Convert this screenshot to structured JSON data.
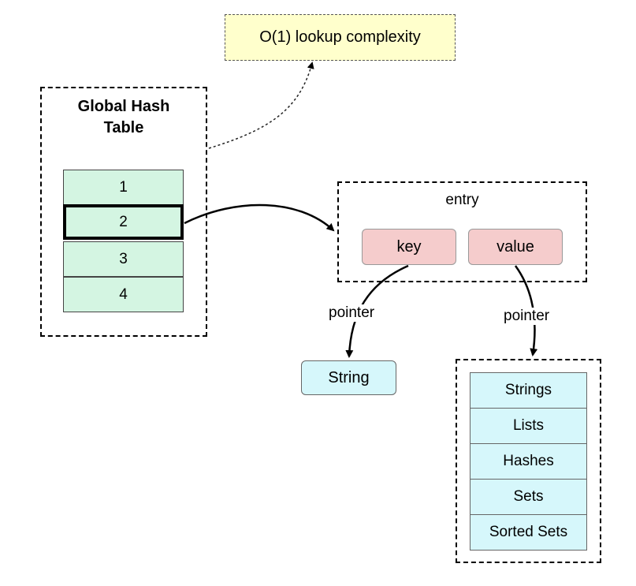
{
  "note": {
    "text": "O(1) lookup complexity"
  },
  "global_hash_table": {
    "title_line1": "Global Hash",
    "title_line2": "Table",
    "cells": [
      "1",
      "2",
      "3",
      "4"
    ],
    "highlighted_cell": "2"
  },
  "entry": {
    "label": "entry",
    "key_label": "key",
    "value_label": "value"
  },
  "pointers": {
    "key_pointer_label": "pointer",
    "value_pointer_label": "pointer"
  },
  "string_box": {
    "label": "String"
  },
  "value_types": [
    "Strings",
    "Lists",
    "Hashes",
    "Sets",
    "Sorted Sets"
  ],
  "colors": {
    "note_fill": "#ffffcc",
    "hash_cell_fill": "#d4f5e2",
    "kv_fill": "#f5cccc",
    "type_fill": "#d6f7fb"
  }
}
